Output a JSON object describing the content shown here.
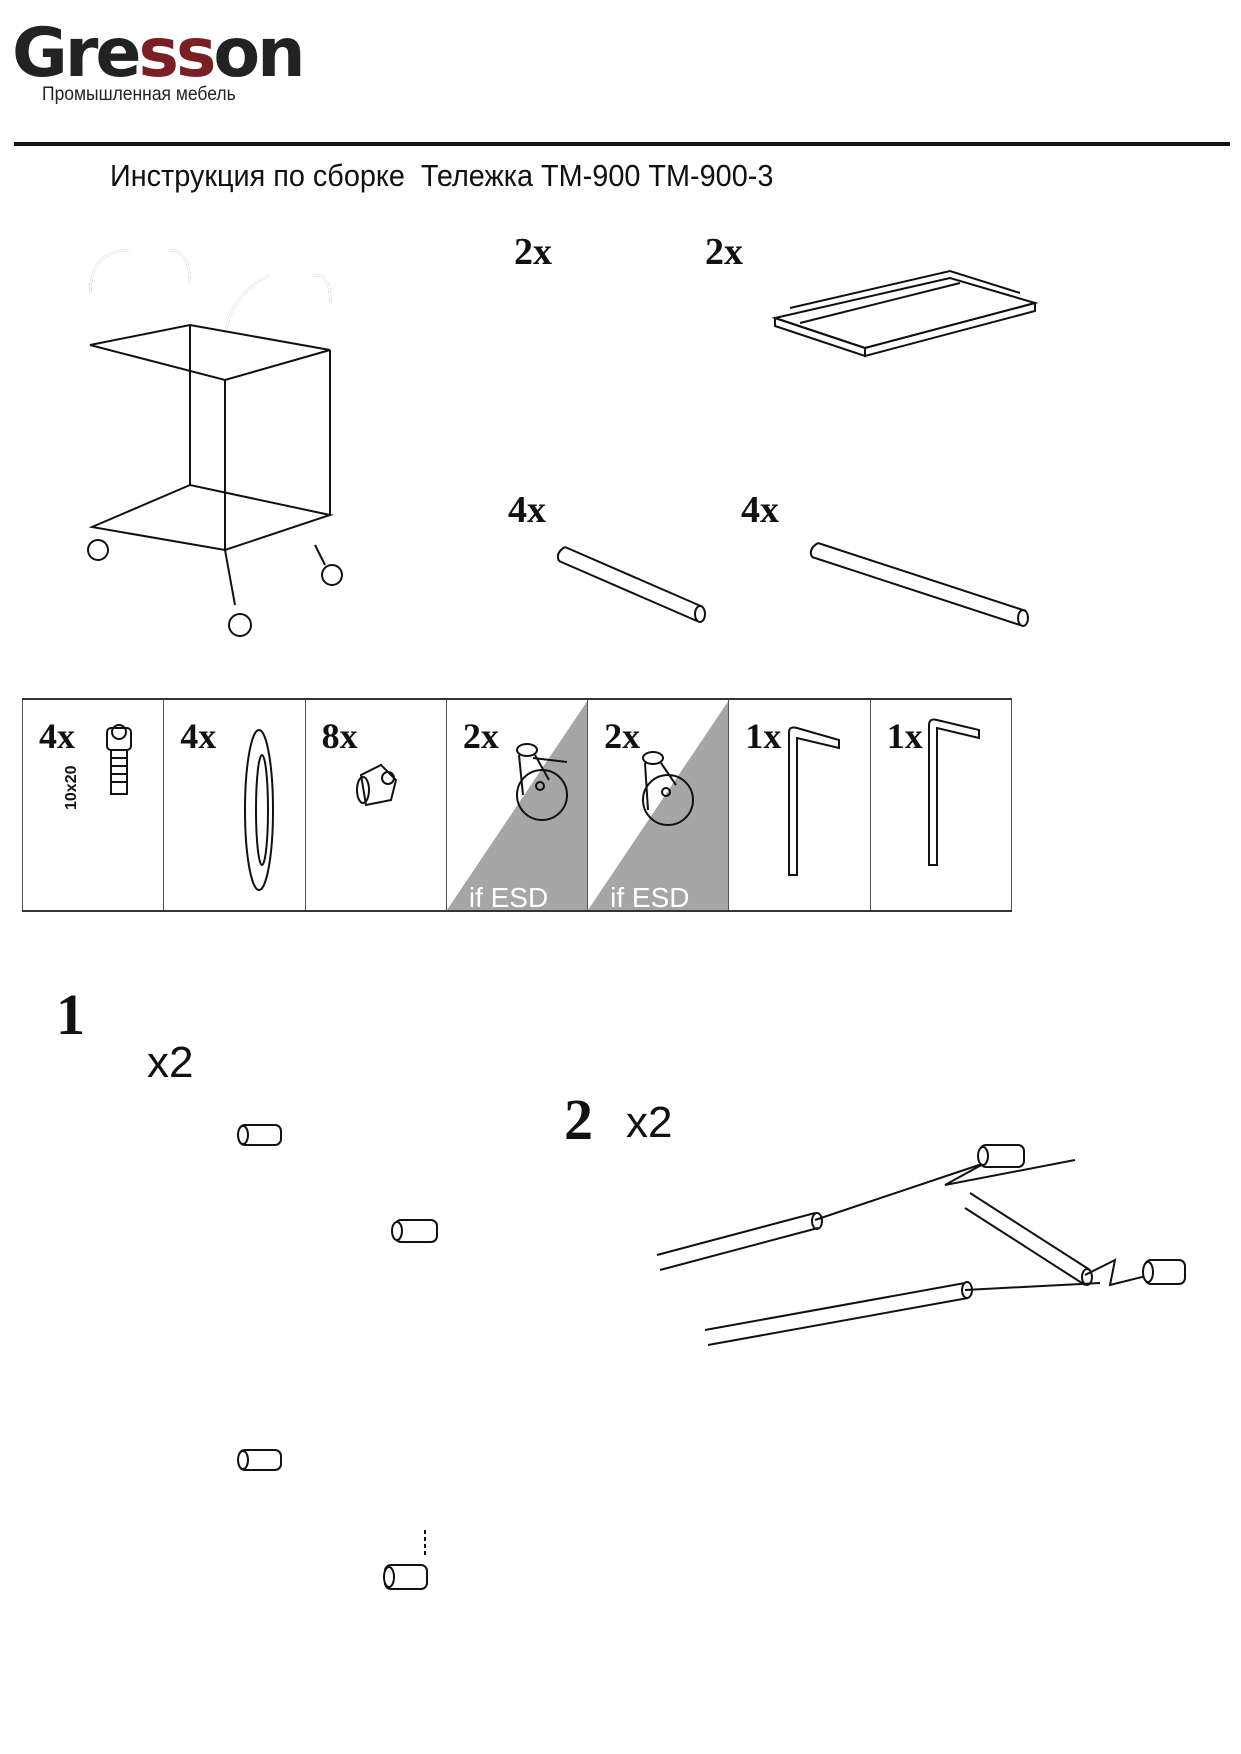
{
  "header": {
    "logo_text": "Gresson",
    "logo_part_dark": "Gre",
    "logo_part_red": "ss",
    "logo_part_end": "on",
    "subtitle": "Промышленная мебель",
    "brand_color": "#7a1f24"
  },
  "title": "Инструкция по сборке  Тележка ТМ-900 ТМ-900-3",
  "components": [
    {
      "qty": "2x",
      "name": "handle-frame"
    },
    {
      "qty": "2x",
      "name": "shelf"
    },
    {
      "qty": "4x",
      "name": "short-tube"
    },
    {
      "qty": "4x",
      "name": "long-tube"
    }
  ],
  "hardware": [
    {
      "qty": "4x",
      "name": "bolt",
      "size": "10x20"
    },
    {
      "qty": "4x",
      "name": "washer"
    },
    {
      "qty": "8x",
      "name": "connector"
    },
    {
      "qty": "2x",
      "name": "caster",
      "note": "if ESD"
    },
    {
      "qty": "2x",
      "name": "caster-brake",
      "note": "if ESD"
    },
    {
      "qty": "1x",
      "name": "hex-key-small"
    },
    {
      "qty": "1x",
      "name": "hex-key-large"
    }
  ],
  "steps": [
    {
      "number": "1",
      "multiplier": "x2"
    },
    {
      "number": "2",
      "multiplier": "x2"
    }
  ]
}
